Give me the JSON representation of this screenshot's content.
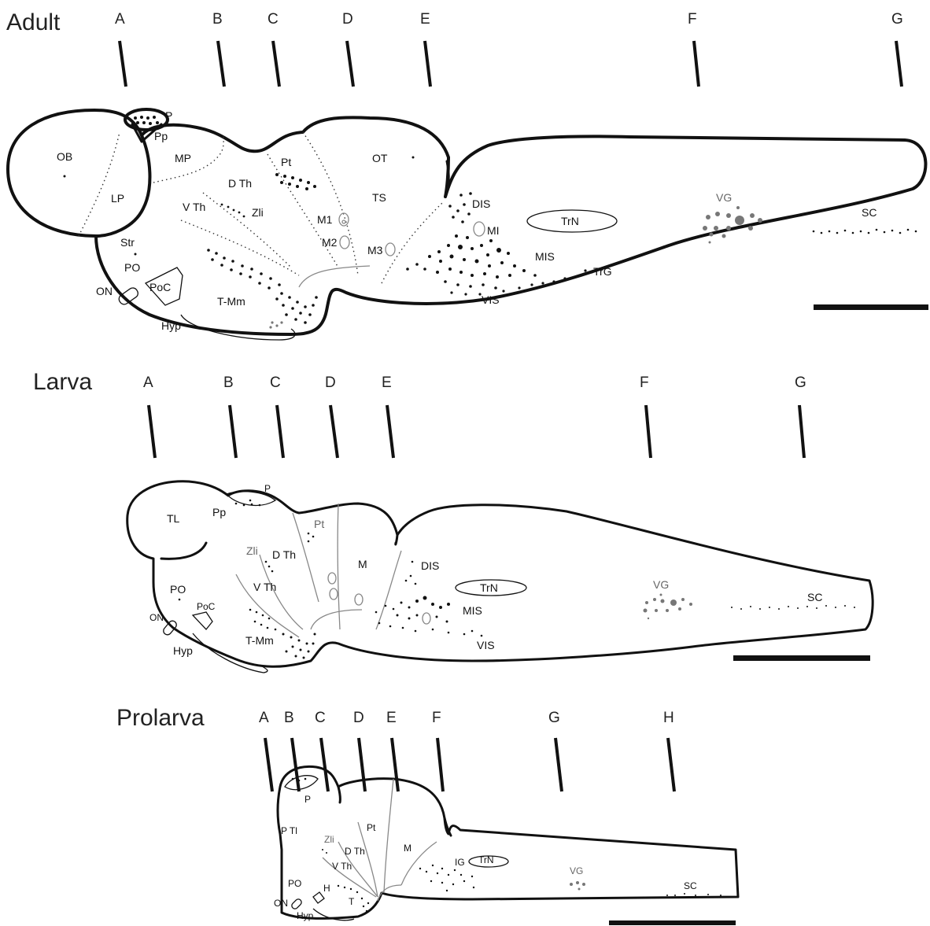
{
  "panels": [
    {
      "title": "Adult",
      "section_letters": [
        "A",
        "B",
        "C",
        "D",
        "E",
        "F",
        "G"
      ],
      "labels": {
        "P": "P",
        "Pp": "Pp",
        "OB": "OB",
        "MP": "MP",
        "LP": "LP",
        "DTh": "D Th",
        "VTh": "V Th",
        "Zli": "Zli",
        "Pt": "Pt",
        "OT": "OT",
        "TS": "TS",
        "M1": "M1",
        "M2": "M2",
        "M3": "M3",
        "Str": "Str",
        "PO": "PO",
        "PoC": "PoC",
        "ON": "ON",
        "TMm": "T-Mm",
        "Hyp": "Hyp",
        "DIS": "DIS",
        "MI": "MI",
        "MIS": "MIS",
        "VIS": "VIS",
        "TrG": "TrG",
        "TrN": "TrN",
        "VG": "VG",
        "SC": "SC"
      }
    },
    {
      "title": "Larva",
      "section_letters": [
        "A",
        "B",
        "C",
        "D",
        "E",
        "F",
        "G"
      ],
      "labels": {
        "P": "P",
        "TL": "TL",
        "Pp": "Pp",
        "Pt": "Pt",
        "Zli": "Zli",
        "DTh": "D Th",
        "M": "M",
        "DIS": "DIS",
        "TrN": "TrN",
        "VTh": "V Th",
        "PO": "PO",
        "PoC": "PoC",
        "MIS": "MIS",
        "VG": "VG",
        "SC": "SC",
        "ON": "ON",
        "TMm": "T-Mm",
        "VIS": "VIS",
        "Hyp": "Hyp"
      }
    },
    {
      "title": "Prolarva",
      "section_letters": [
        "A",
        "B",
        "C",
        "D",
        "E",
        "F",
        "G",
        "H"
      ],
      "labels": {
        "P": "P",
        "PTl": "P Tl",
        "Zli": "Zli",
        "DTh": "D Th",
        "Pt": "Pt",
        "M": "M",
        "VTh": "V Th",
        "IG": "IG",
        "TrN": "TrN",
        "VG": "VG",
        "PO": "PO",
        "H": "H",
        "T": "T",
        "ON": "ON",
        "Hyp": "Hyp",
        "SC": "SC"
      }
    }
  ]
}
